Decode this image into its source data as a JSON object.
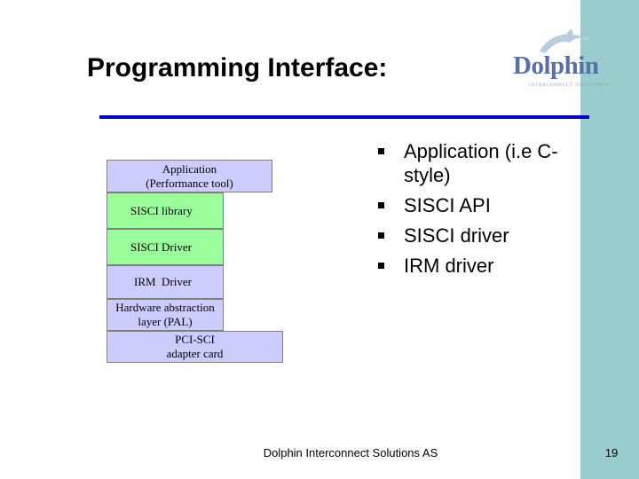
{
  "slide": {
    "title": "Programming Interface:",
    "logo": {
      "text": "Dolphin",
      "tagline": "INTERCONNECT SOLUTIONS"
    },
    "accent_color": "#0000cc",
    "sidebar_color": "#99cccc"
  },
  "stack": {
    "layers": [
      {
        "text": "Application\n(Performance tool)",
        "color": "#ccccff"
      },
      {
        "text": "SISCI library",
        "color": "#99ff99"
      },
      {
        "text": "SISCI Driver",
        "color": "#99ff99"
      },
      {
        "text": "IRM  Driver",
        "color": "#ccccff"
      },
      {
        "text": "Hardware abstraction\nlayer (PAL)",
        "color": "#ccccff"
      },
      {
        "text": "PCI-SCI\nadapter card",
        "color": "#ccccff"
      }
    ]
  },
  "bullets": [
    "Application (i.e C-style)",
    "SISCI API",
    "SISCI driver",
    "IRM driver"
  ],
  "footer": {
    "company": "Dolphin Interconnect Solutions AS",
    "page_number": "19"
  }
}
